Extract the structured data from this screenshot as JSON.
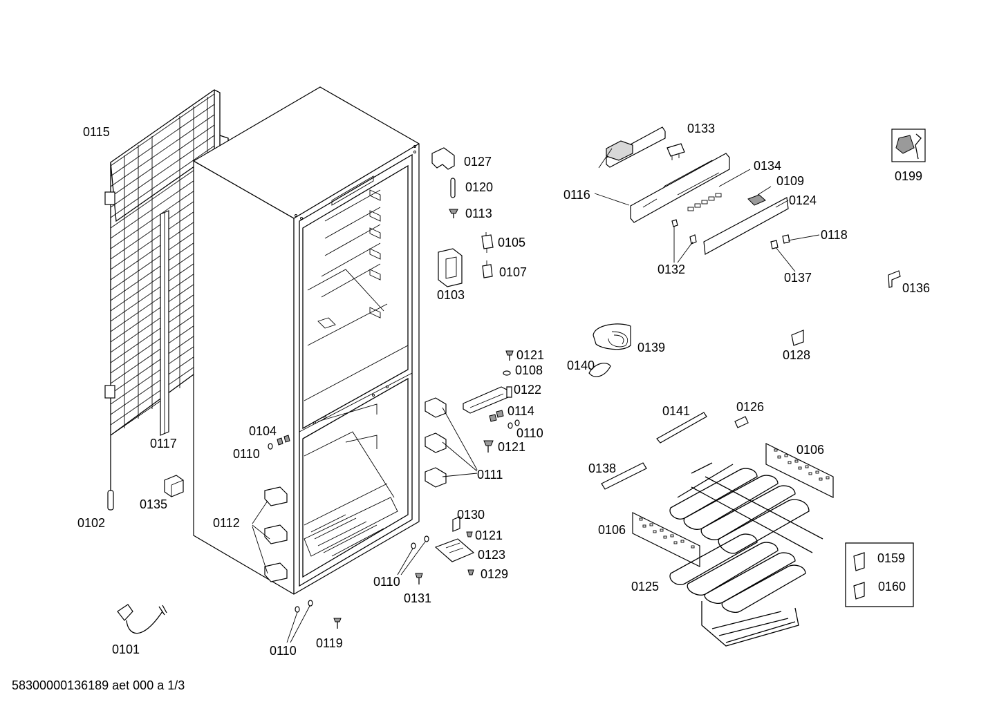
{
  "labels": {
    "p0115": "0115",
    "p0117": "0117",
    "p0102": "0102",
    "p0135": "0135",
    "p0101": "0101",
    "p0112": "0112",
    "p0104": "0104",
    "p0110a": "0110",
    "p0110b": "0110",
    "p0110c": "0110",
    "p0110d": "0110",
    "p0119": "0119",
    "p0131": "0131",
    "p0127": "0127",
    "p0120": "0120",
    "p0113": "0113",
    "p0105": "0105",
    "p0107": "0107",
    "p0103": "0103",
    "p0121a": "0121",
    "p0108": "0108",
    "p0122": "0122",
    "p0114": "0114",
    "p0121b": "0121",
    "p0111": "0111",
    "p0130": "0130",
    "p0121c": "0121",
    "p0123": "0123",
    "p0129": "0129",
    "p0116": "0116",
    "p0133": "0133",
    "p0134": "0134",
    "p0109": "0109",
    "p0124": "0124",
    "p0118": "0118",
    "p0132": "0132",
    "p0137": "0137",
    "p0199": "0199",
    "p0136": "0136",
    "p0139": "0139",
    "p0140": "0140",
    "p0128": "0128",
    "p0141": "0141",
    "p0126": "0126",
    "p0106a": "0106",
    "p0138": "0138",
    "p0106b": "0106",
    "p0125": "0125",
    "p0159": "0159",
    "p0160": "0160"
  },
  "footer": {
    "doc_id": "58300000136189 aet 000 a 1/3"
  }
}
